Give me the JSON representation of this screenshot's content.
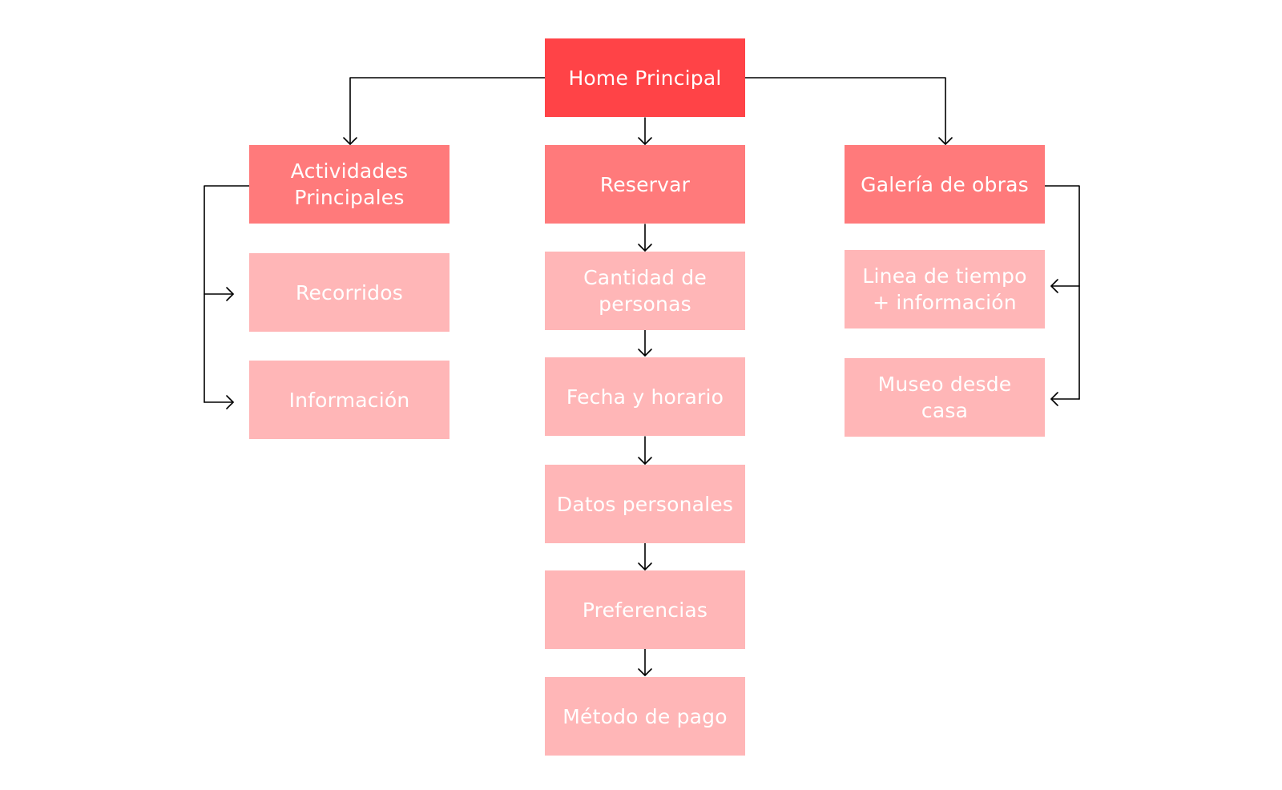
{
  "root": {
    "label": "Home Principal",
    "color": "#ff4347"
  },
  "branches": {
    "left": {
      "label": "Actividades\nPrincipales",
      "children": [
        "Recorridos",
        "Información"
      ]
    },
    "middle": {
      "label": "Reservar",
      "children": [
        "Cantidad de\npersonas",
        "Fecha y horario",
        "Datos personales",
        "Preferencias",
        "Método de pago"
      ]
    },
    "right": {
      "label": "Galería de obras",
      "children": [
        "Linea de tiempo\n+ información",
        "Museo desde\ncasa"
      ]
    }
  },
  "colors": {
    "root": "#ff4347",
    "section": "#ff7a7b",
    "leaf": "#ffb6b7",
    "connector": "#000000"
  }
}
